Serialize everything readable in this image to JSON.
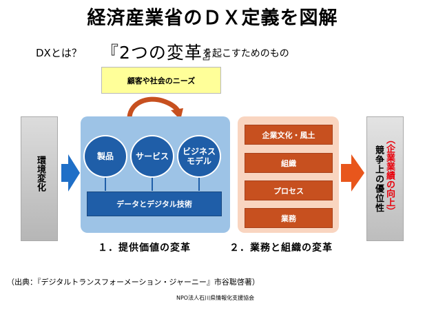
{
  "title": "経済産業省のＤＸ定義を図解",
  "intro": {
    "prefix": "DXとは？",
    "highlight": "『2つの変革』",
    "suffix": "を起こすためのもの"
  },
  "needs": {
    "label": "顧客や社会のニーズ"
  },
  "environment": {
    "label": "環境変化"
  },
  "business_transformation": {
    "circles": [
      {
        "label": "製品"
      },
      {
        "label": "サービス"
      },
      {
        "label": "ビジネス\nモデル"
      }
    ],
    "base": "データとデジタル技術",
    "caption": "１．提供価値の変革"
  },
  "org_transformation": {
    "items": [
      {
        "label": "企業文化・風土"
      },
      {
        "label": "組織"
      },
      {
        "label": "プロセス"
      },
      {
        "label": "業務"
      }
    ],
    "caption": "２．業務と組織の変革"
  },
  "outcome": {
    "red_label": "（企業業績の向上）",
    "black_label": "競争上の優位性"
  },
  "source": "（出典：『デジタルトランスフォーメーション・ジャーニー』市谷聡啓著）",
  "credit": "NPO法人石川県情報化支援協会",
  "colors": {
    "blue_dark": "#1f5ea8",
    "blue_light": "#9dc3e6",
    "orange_dark": "#c7501f",
    "orange_light": "#f9d5c0",
    "arrow_orange": "#e8561c",
    "needs_yellow": "#ffff99",
    "highlight_red": "#e8000b"
  }
}
